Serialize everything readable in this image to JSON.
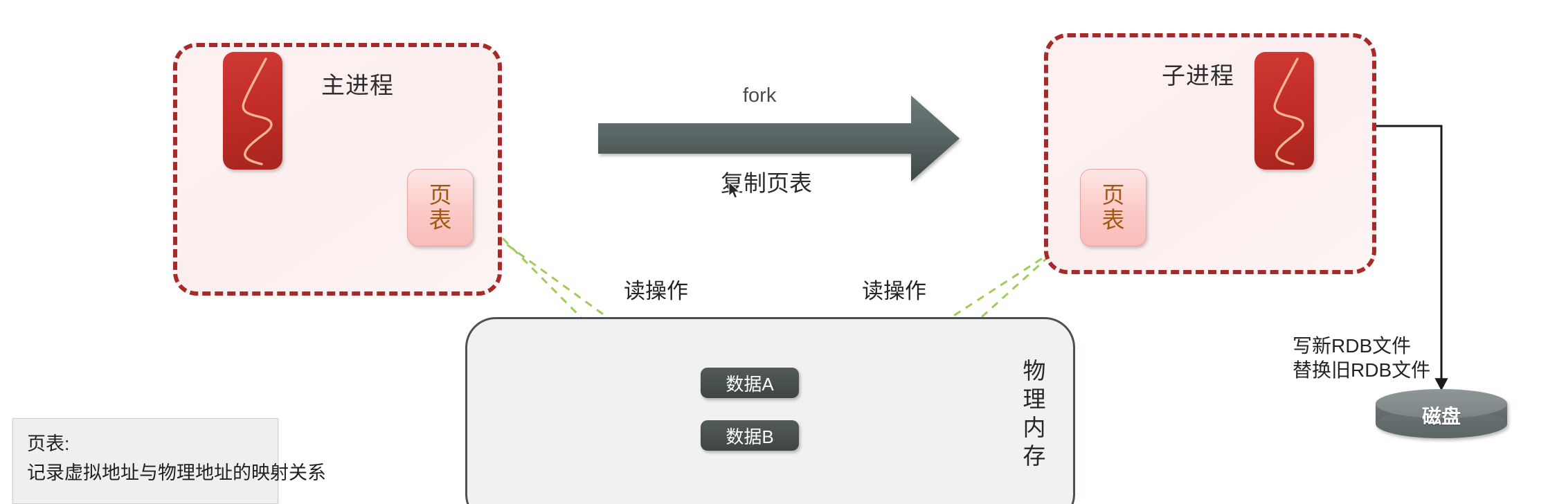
{
  "diagram": {
    "title": "Redis RDB fork copy-on-write diagram",
    "colors": {
      "process_border": "#a62a2a",
      "process_fill": "#fbeeee",
      "redis_red": "#c32d28",
      "page_table_fill": "#fbc9c6",
      "page_table_text": "#9c5a12",
      "arrow_gray": "#566060",
      "green_dashed": "#9fcc5a",
      "memory_fill": "#f1f1f1",
      "memory_border": "#4b5053",
      "data_chip": "#474e4e",
      "disk_gray": "#6b7374"
    }
  },
  "parent_process": {
    "label": "主进程",
    "icon_name": "redis-logo-icon",
    "page_table": {
      "line1": "页",
      "line2": "表"
    }
  },
  "child_process": {
    "label": "子进程",
    "icon_name": "redis-logo-icon",
    "page_table": {
      "line1": "页",
      "line2": "表"
    }
  },
  "fork": {
    "above_label": "fork",
    "below_label": "复制页表"
  },
  "memory": {
    "label_chars": "物理内存",
    "label": "物理内存",
    "data_items": [
      {
        "label": "数据A"
      },
      {
        "label": "数据B"
      }
    ]
  },
  "read_labels": [
    {
      "label": "读操作"
    },
    {
      "label": "读操作"
    }
  ],
  "disk": {
    "label": "磁盘",
    "notes": [
      "写新RDB文件",
      "替换旧RDB文件"
    ]
  },
  "tooltip": {
    "title": "页表:",
    "body": "记录虚拟地址与物理地址的映射关系"
  }
}
